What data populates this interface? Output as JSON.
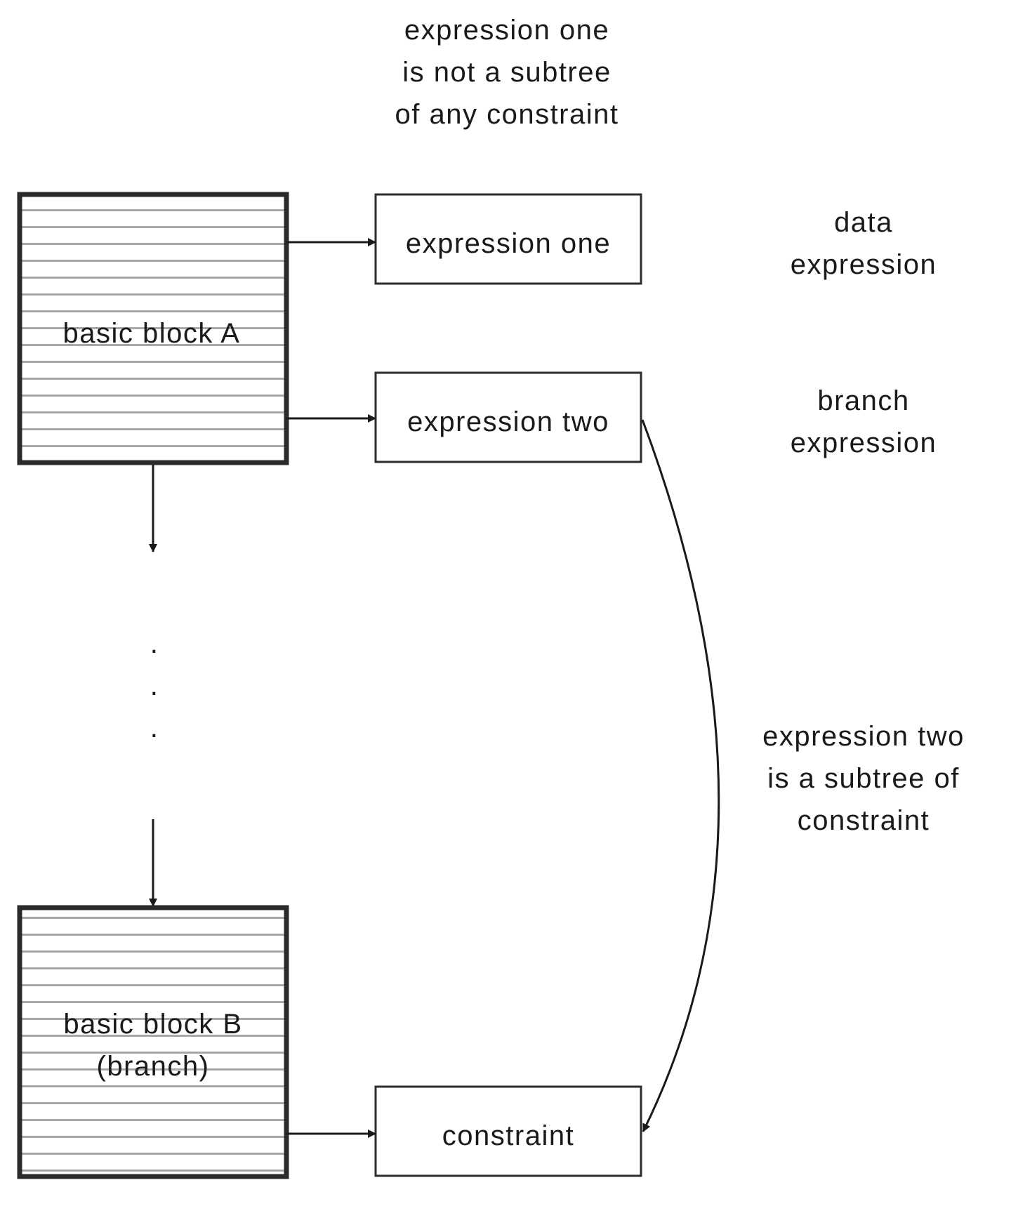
{
  "top_annotation": {
    "lines": [
      "expression one",
      "is not a subtree",
      "of any constraint"
    ]
  },
  "blocks": {
    "a": {
      "label": "basic block A"
    },
    "b": {
      "lines": [
        "basic block B",
        "(branch)"
      ]
    }
  },
  "expressions": {
    "one": "expression one",
    "two": "expression two",
    "constraint": "constraint"
  },
  "side_labels": {
    "data": [
      "data",
      "expression"
    ],
    "branch": [
      "branch",
      "expression"
    ],
    "subtree": [
      "expression two",
      "is a subtree of",
      "constraint"
    ]
  },
  "ellipsis": ".",
  "colors": {
    "stroke": "#1a1a1a",
    "hatch": "#a8a8a8",
    "block_border": "#2b2b2b"
  }
}
